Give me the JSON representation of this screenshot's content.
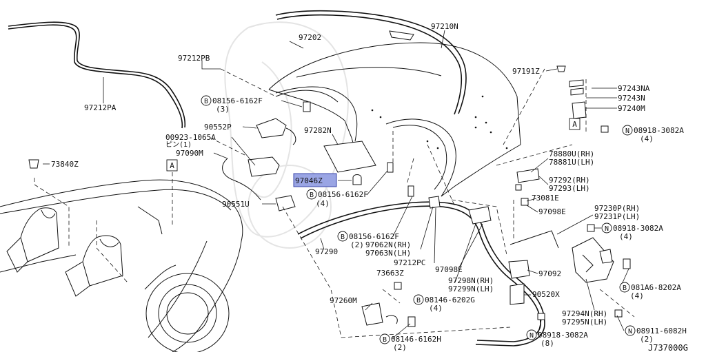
{
  "diagram_id": "J737000G",
  "parts": {
    "p97212PA": "97212PA",
    "p97212PB": "97212PB",
    "p97202": "97202",
    "p97210N": "97210N",
    "p97191Z": "97191Z",
    "p97243NA": "97243NA",
    "p97243N": "97243N",
    "p97240M": "97240M",
    "p08918_3082A_top": "08918-3082A",
    "p08918_3082A_top_qty": "(4)",
    "p08156_6162F_a": "08156-6162F",
    "p08156_6162F_a_qty": "(3)",
    "p90552P": "90552P",
    "p97282N": "97282N",
    "p00923": "00923-1065A",
    "p00923_sub": "ピン(1)",
    "p97090M": "97090M",
    "p73840Z": "73840Z",
    "p97046Z": "97046Z",
    "p08156_6162F_b": "08156-6162F",
    "p08156_6162F_b_qty": "(4)",
    "p90551U": "90551U",
    "p78880U": "78880U(RH)",
    "p78881U": "78881U(LH)",
    "p97292": "97292(RH)",
    "p97293": "97293(LH)",
    "p73081E": "73081E",
    "p97098E_a": "97098E",
    "p97230P": "97230P(RH)",
    "p97231P": "97231P(LH)",
    "p08918_3082A_mid": "08918-3082A",
    "p08918_3082A_mid_qty": "(4)",
    "p08156_6162F_c": "08156-6162F",
    "p08156_6162F_c_qty": "(2)",
    "p97290": "97290",
    "p97062N": "97062N(RH)",
    "p97063N": "97063N(LH)",
    "p97212PC": "97212PC",
    "p97098E_b": "97098E",
    "p73663Z": "73663Z",
    "p97298N": "97298N(RH)",
    "p97299N": "97299N(LH)",
    "p97092": "97092",
    "p081A6": "081A6-8202A",
    "p081A6_qty": "(4)",
    "p97260M": "97260M",
    "p08146_6202G": "08146-6202G",
    "p08146_6202G_qty": "(4)",
    "p90520X": "90520X",
    "p97294N": "97294N(RH)",
    "p97295N": "97295N(LH)",
    "p08911": "08911-6082H",
    "p08911_qty": "(2)",
    "p08146_6162H": "08146-6162H",
    "p08146_6162H_qty": "(2)",
    "p08918_3082A_bot": "08918-3082A",
    "p08918_3082A_bot_qty": "(8)"
  },
  "callouts": {
    "ref_a": "A",
    "bolt_b": "B",
    "nut_n": "N"
  },
  "highlight": {
    "part": "97046Z",
    "color": "#9aa5e4"
  }
}
